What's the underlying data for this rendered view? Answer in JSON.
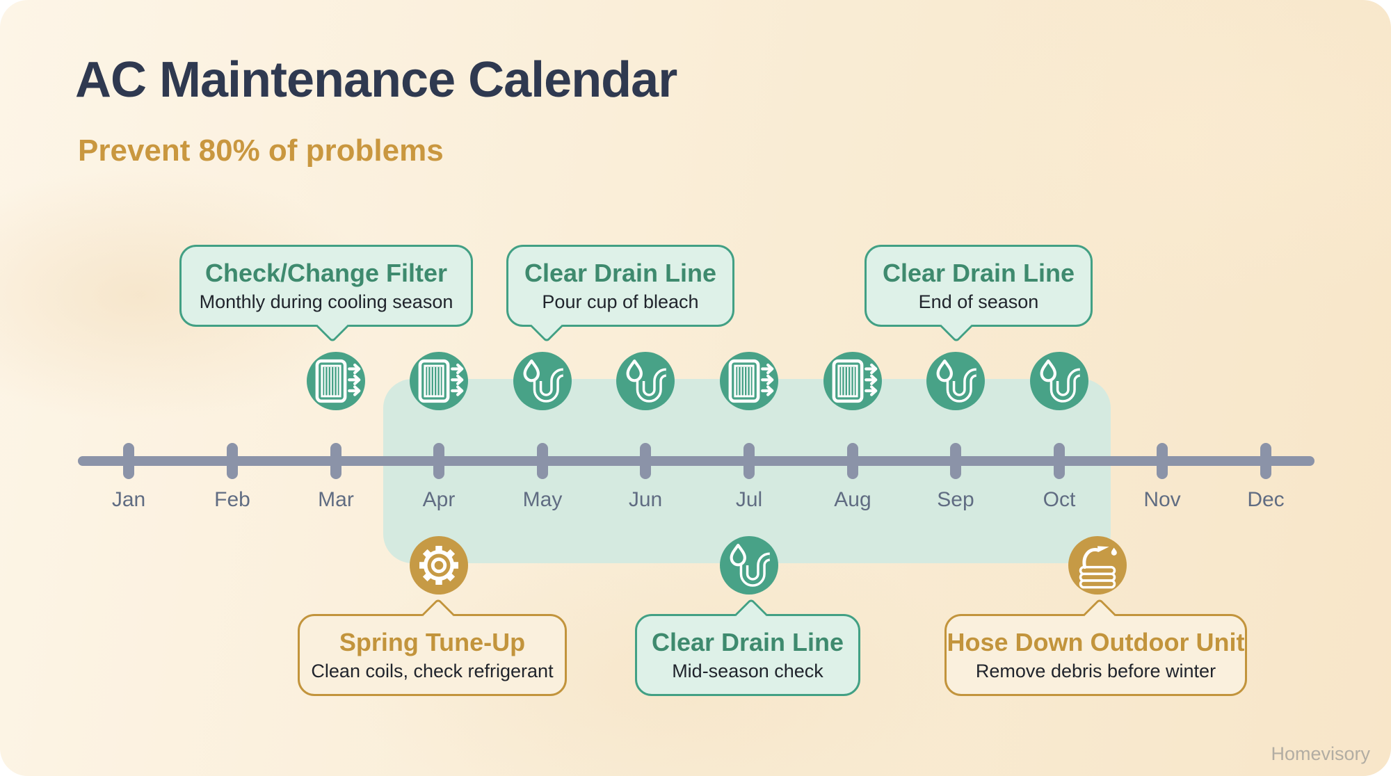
{
  "page": {
    "title": "AC Maintenance Calendar",
    "subtitle": "Prevent 80% of problems",
    "watermark": "Homevisory"
  },
  "timeline": {
    "months": [
      "Jan",
      "Feb",
      "Mar",
      "Apr",
      "May",
      "Jun",
      "Jul",
      "Aug",
      "Sep",
      "Oct",
      "Nov",
      "Dec"
    ],
    "highlight_band": {
      "start_month": "Apr",
      "end_month": "Oct"
    }
  },
  "icons_top": [
    {
      "month": "Mar",
      "icon": "filter-icon"
    },
    {
      "month": "Apr",
      "icon": "filter-icon"
    },
    {
      "month": "May",
      "icon": "drain-icon"
    },
    {
      "month": "Jun",
      "icon": "drain-icon"
    },
    {
      "month": "Jul",
      "icon": "filter-icon"
    },
    {
      "month": "Aug",
      "icon": "filter-icon"
    },
    {
      "month": "Sep",
      "icon": "drain-icon"
    },
    {
      "month": "Oct",
      "icon": "drain-icon"
    }
  ],
  "icons_bottom": [
    {
      "month": "Apr",
      "icon": "gear-icon"
    },
    {
      "month": "Jul",
      "icon": "drain-icon"
    },
    {
      "month": "Oct",
      "icon": "hose-icon"
    }
  ],
  "callouts_top": [
    {
      "title": "Check/Change Filter",
      "subtitle": "Monthly during cooling season",
      "theme": "green"
    },
    {
      "title": "Clear Drain Line",
      "subtitle": "Pour cup of bleach",
      "theme": "green"
    },
    {
      "title": "Clear Drain Line",
      "subtitle": "End of season",
      "theme": "green"
    }
  ],
  "callouts_bottom": [
    {
      "title": "Spring Tune-Up",
      "subtitle": "Clean coils, check refrigerant",
      "theme": "gold"
    },
    {
      "title": "Clear Drain Line",
      "subtitle": "Mid-season check",
      "theme": "green"
    },
    {
      "title": "Hose Down Outdoor Unit",
      "subtitle": "Remove debris before winter",
      "theme": "gold"
    }
  ],
  "colors": {
    "background_cream": "#f9ecd4",
    "navy_title": "#2f3950",
    "gold_accent": "#c2943c",
    "gold_circle": "#c69a45",
    "green_circle": "#48a287",
    "green_border": "#42a084",
    "green_text": "#3e8a6e",
    "mint_callout_bg": "#def1e8",
    "mint_band": "#d5eae0",
    "timeline_gray": "#8b93a8",
    "month_label_gray": "#606c82"
  }
}
